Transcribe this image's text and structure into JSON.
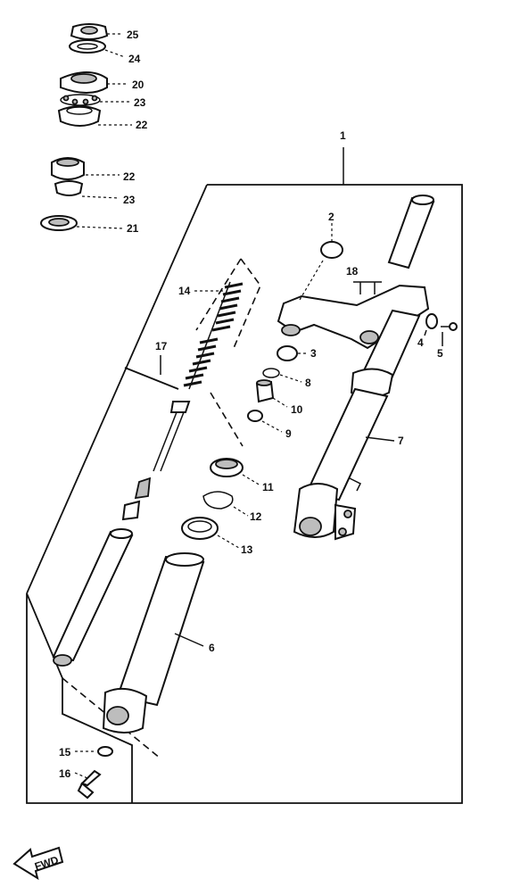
{
  "labels": {
    "p1": "1",
    "p2": "2",
    "p3": "3",
    "p4": "4",
    "p5": "5",
    "p6": "6",
    "p7": "7",
    "p8": "8",
    "p9": "9",
    "p10": "10",
    "p11": "11",
    "p12": "12",
    "p13": "13",
    "p14": "14",
    "p15": "15",
    "p16": "16",
    "p17": "17",
    "p18": "18",
    "p20": "20",
    "p21": "21",
    "p22a": "22",
    "p22b": "22",
    "p23a": "23",
    "p23b": "23",
    "p24": "24",
    "p25": "25",
    "fwd": "FWD"
  },
  "icons": {
    "fwd_arrow": "fwd-arrow-icon"
  }
}
